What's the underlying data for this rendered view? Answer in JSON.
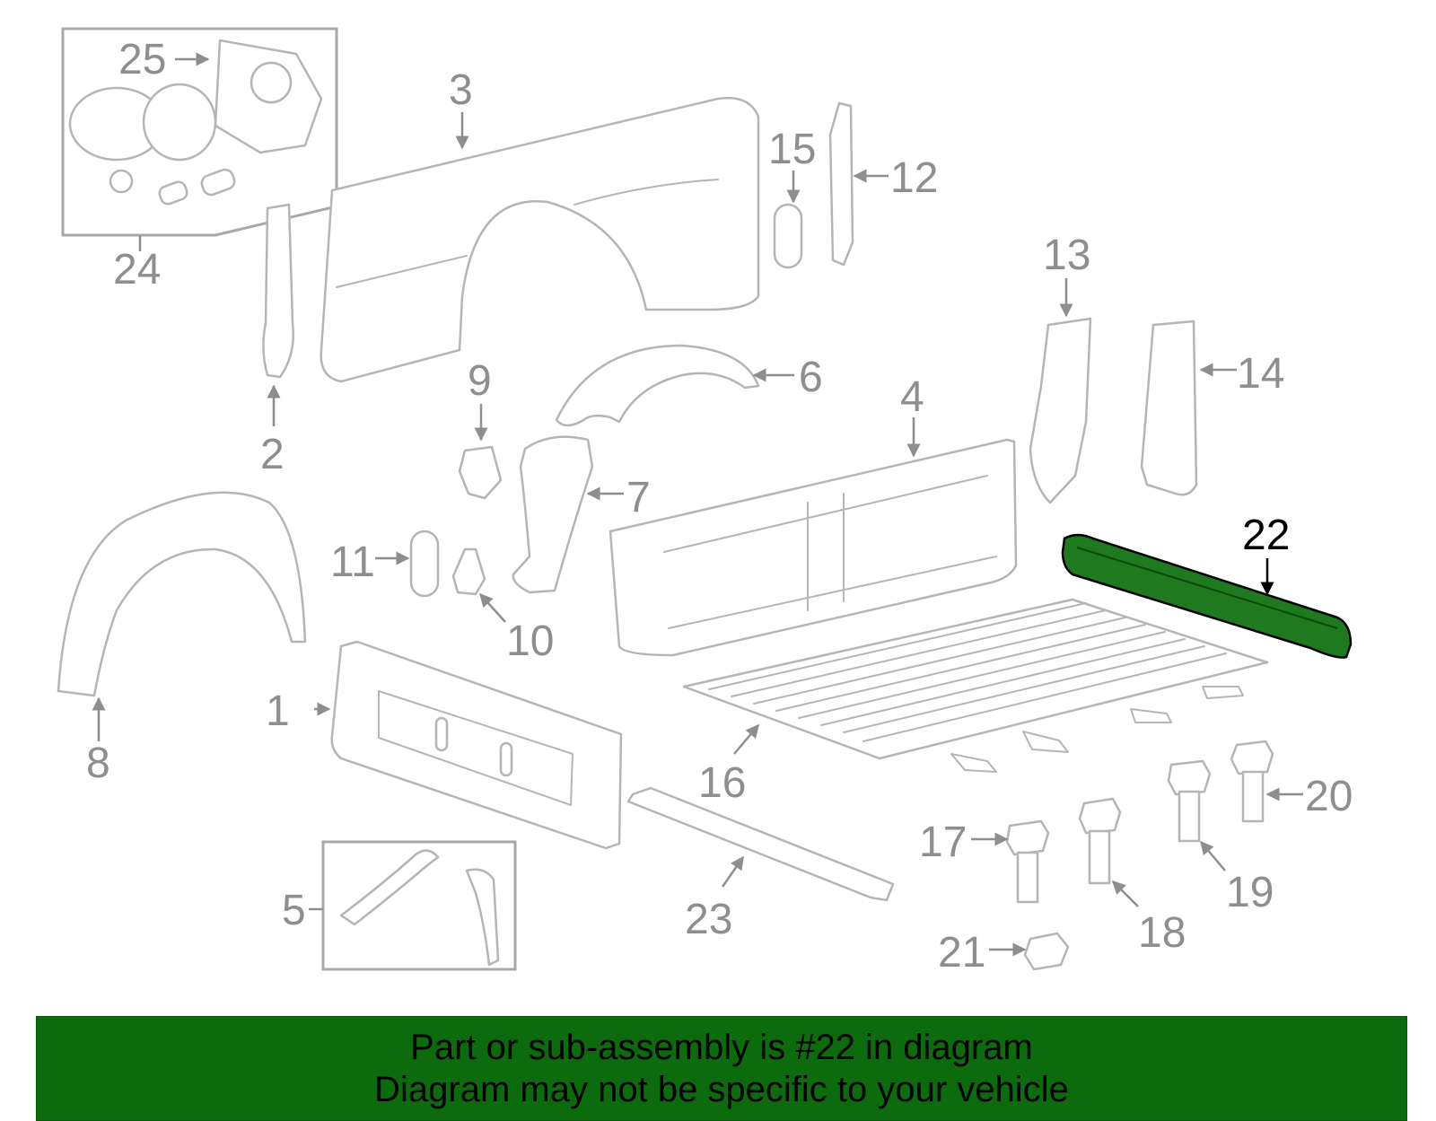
{
  "diagram": {
    "highlight_color": "#1f7a1f",
    "callouts": [
      {
        "id": "1",
        "text": "1"
      },
      {
        "id": "2",
        "text": "2"
      },
      {
        "id": "3",
        "text": "3"
      },
      {
        "id": "4",
        "text": "4"
      },
      {
        "id": "5",
        "text": "5"
      },
      {
        "id": "6",
        "text": "6"
      },
      {
        "id": "7",
        "text": "7"
      },
      {
        "id": "8",
        "text": "8"
      },
      {
        "id": "9",
        "text": "9"
      },
      {
        "id": "10",
        "text": "10"
      },
      {
        "id": "11",
        "text": "11"
      },
      {
        "id": "12",
        "text": "12"
      },
      {
        "id": "13",
        "text": "13"
      },
      {
        "id": "14",
        "text": "14"
      },
      {
        "id": "15",
        "text": "15"
      },
      {
        "id": "16",
        "text": "16"
      },
      {
        "id": "17",
        "text": "17"
      },
      {
        "id": "18",
        "text": "18"
      },
      {
        "id": "19",
        "text": "19"
      },
      {
        "id": "20",
        "text": "20"
      },
      {
        "id": "21",
        "text": "21"
      },
      {
        "id": "22",
        "text": "22"
      },
      {
        "id": "23",
        "text": "23"
      },
      {
        "id": "24",
        "text": "24"
      },
      {
        "id": "25",
        "text": "25"
      }
    ]
  },
  "banner": {
    "line1": "Part or sub-assembly is #22 in diagram",
    "line2": "Diagram may not be specific to your vehicle",
    "background": "#0c6b0c"
  }
}
